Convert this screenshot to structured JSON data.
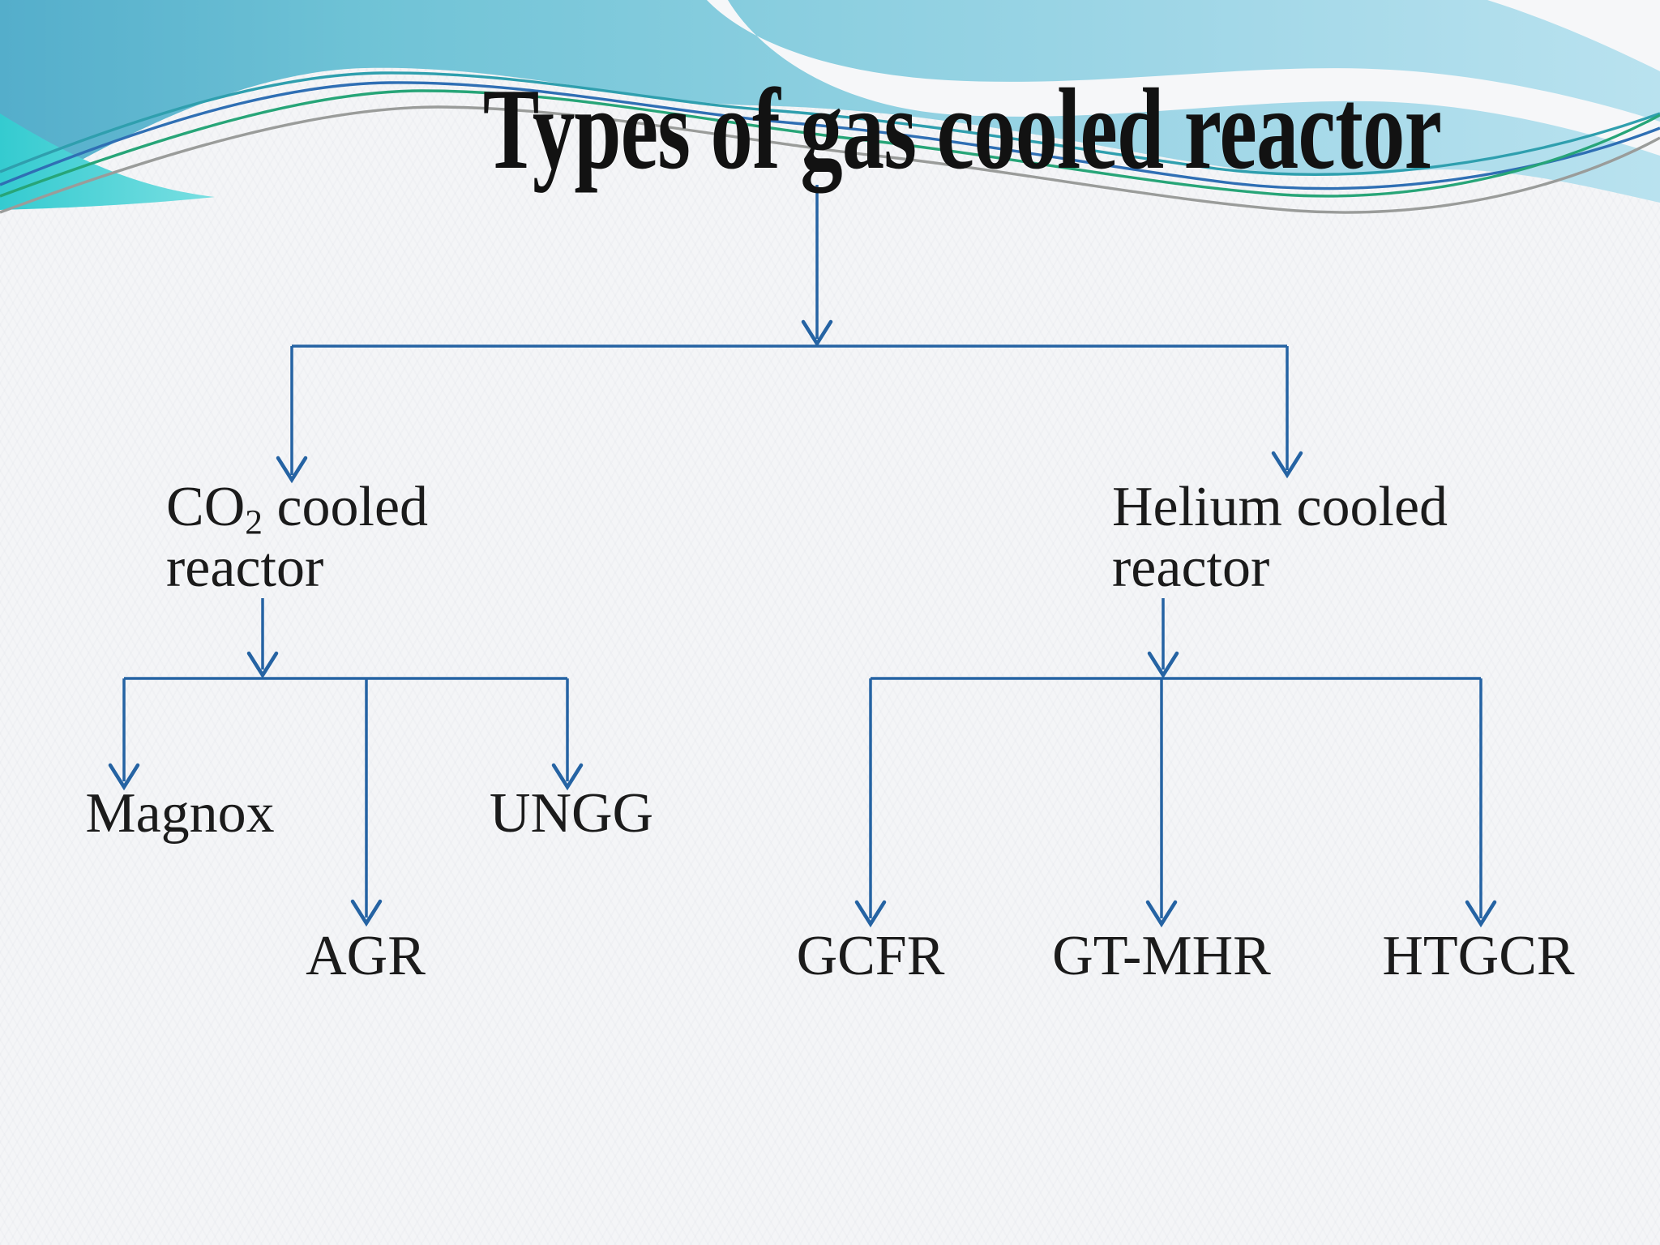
{
  "title": {
    "text": "Types of gas cooled reactor"
  },
  "colors": {
    "connector": "#2563a3",
    "title_text": "#121212",
    "label_text": "#1b1b1b",
    "sky_left": "#54aecb",
    "sky_mid": "#8ccfe0",
    "sky_right": "#b9e2ef",
    "turquoise_accent": "#3fd0d4",
    "accent_teal_line": "#2f9fae",
    "accent_blue_line": "#2f6fb4",
    "accent_green_line": "#27a578",
    "accent_gray_line": "#9a9c9a"
  },
  "nodes": {
    "co2": {
      "prefix": "CO",
      "sub": "2",
      "suffix": " cooled",
      "line2": "reactor"
    },
    "helium": {
      "line1": "Helium cooled",
      "line2": "reactor"
    },
    "magnox": {
      "label": "Magnox"
    },
    "agr": {
      "label": "AGR"
    },
    "ungg": {
      "label": "UNGG"
    },
    "gcfr": {
      "label": "GCFR"
    },
    "gtmhr": {
      "label": "GT-MHR"
    },
    "htgcr": {
      "label": "HTGCR"
    }
  }
}
